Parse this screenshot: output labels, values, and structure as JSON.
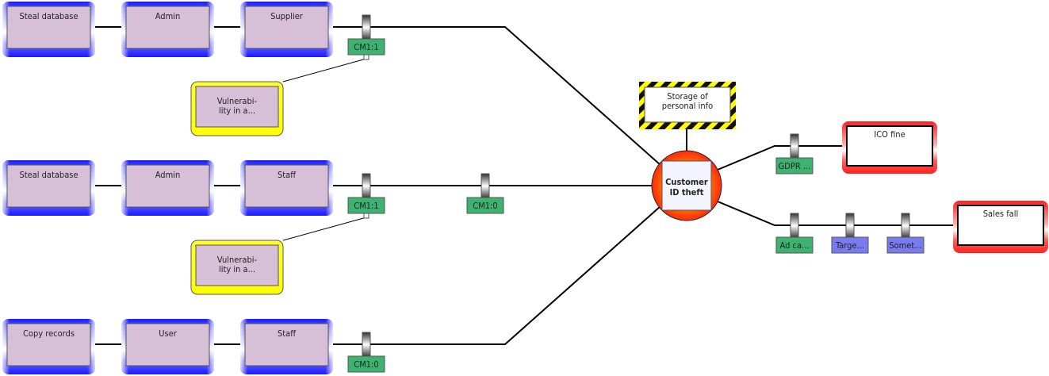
{
  "diagram": {
    "type": "bowtie",
    "hazard": {
      "label_lines": [
        "Storage of",
        "personal info"
      ]
    },
    "top_event": {
      "label_lines": [
        "Customer",
        "ID theft"
      ]
    },
    "threat_paths": [
      {
        "nodes": [
          "Steal database",
          "Admin",
          "Supplier"
        ],
        "barriers": [
          {
            "label": "CM1:1",
            "color": "#3cb371",
            "has_escalation": true
          }
        ],
        "escalation_factor": {
          "label_lines": [
            "Vulnerabi-",
            "lity in a..."
          ]
        }
      },
      {
        "nodes": [
          "Steal database",
          "Admin",
          "Staff"
        ],
        "barriers": [
          {
            "label": "CM1:1",
            "color": "#3cb371",
            "has_escalation": true
          },
          {
            "label": "CM1:0",
            "color": "#3cb371",
            "has_escalation": false
          }
        ],
        "escalation_factor": {
          "label_lines": [
            "Vulnerabi-",
            "lity in a..."
          ]
        }
      },
      {
        "nodes": [
          "Copy records",
          "User",
          "Staff"
        ],
        "barriers": [
          {
            "label": "CM1:0",
            "color": "#3cb371",
            "has_escalation": false
          }
        ]
      }
    ],
    "consequence_paths": [
      {
        "consequence": "ICO fine",
        "barriers": [
          {
            "label": "GDPR ...",
            "color": "#3cb371"
          }
        ]
      },
      {
        "consequence": "Sales fall",
        "barriers": [
          {
            "label": "Ad ca...",
            "color": "#3cb371"
          },
          {
            "label": "Targe...",
            "color": "#7b7bf0"
          },
          {
            "label": "Somet...",
            "color": "#7b7bf0"
          }
        ]
      }
    ]
  }
}
